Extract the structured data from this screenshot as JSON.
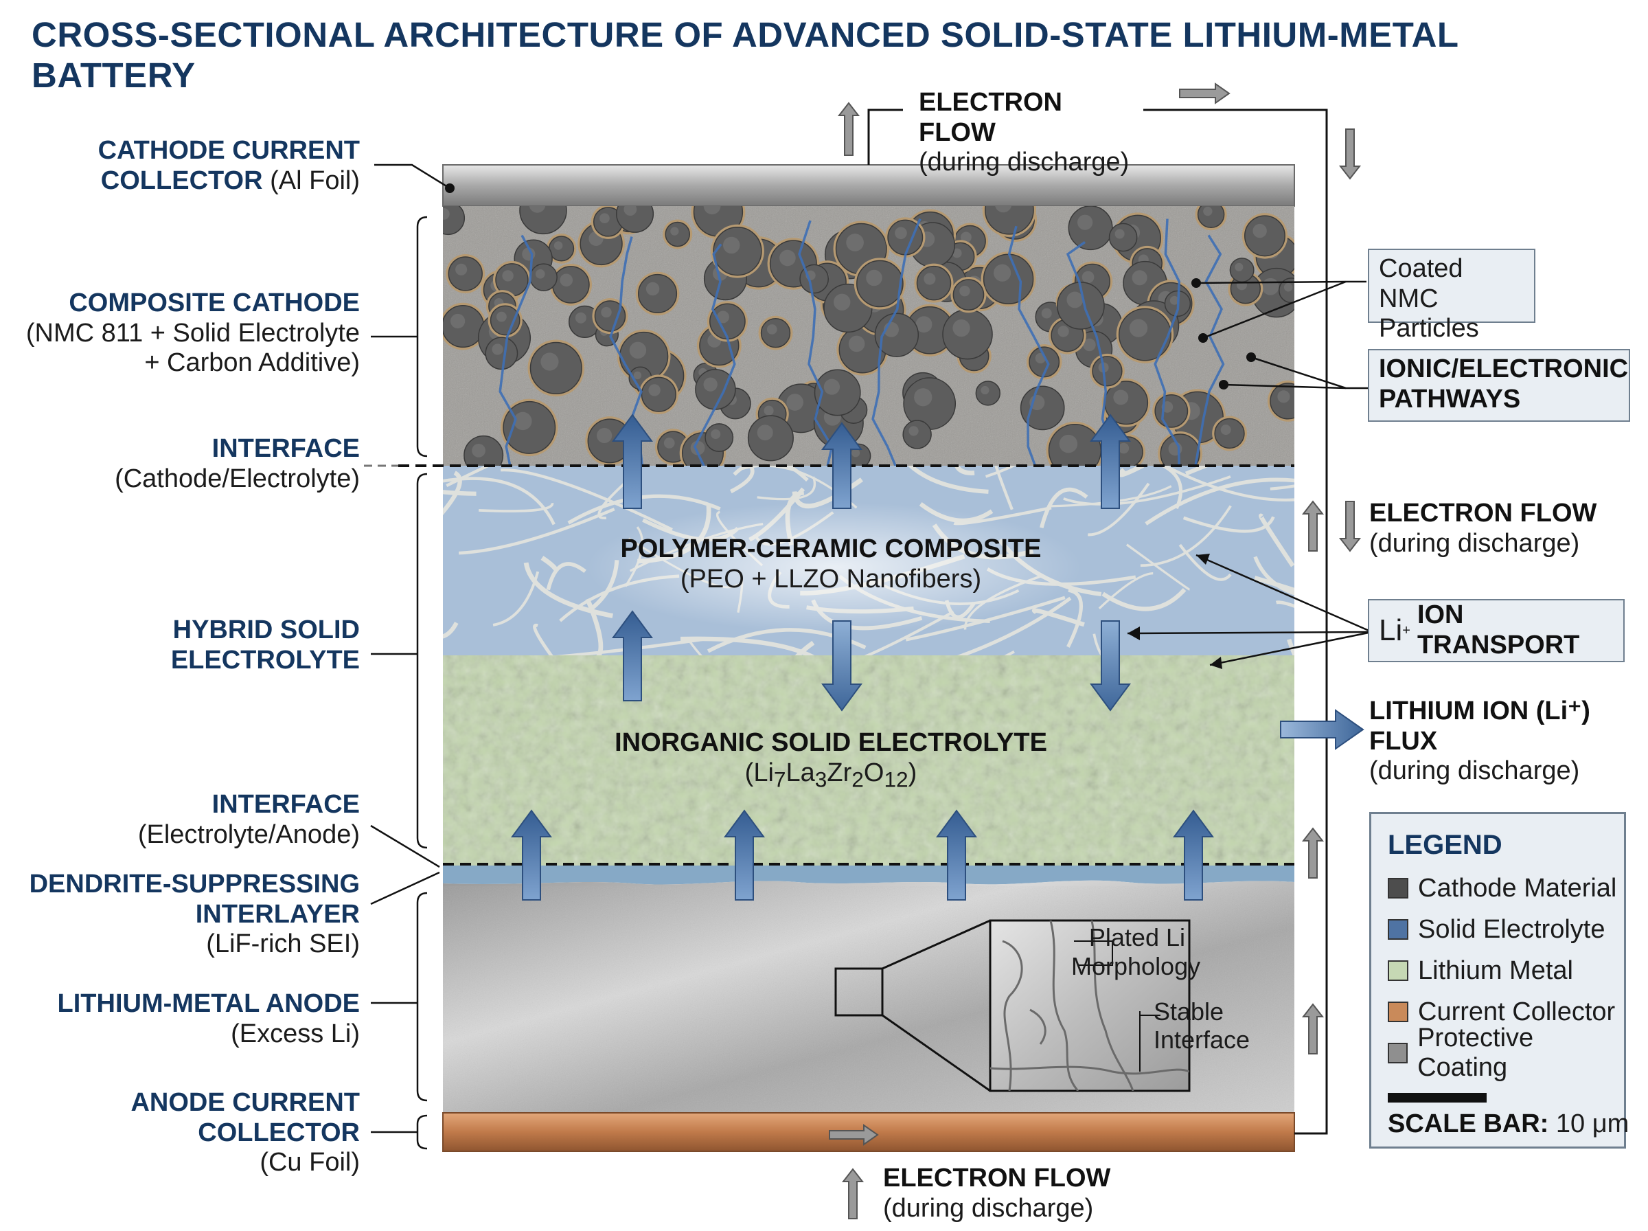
{
  "title": "CROSS-SECTIONAL ARCHITECTURE OF ADVANCED SOLID-STATE LITHIUM-METAL BATTERY",
  "left_labels": {
    "cathode_cc": {
      "line1": "CATHODE CURRENT",
      "line2_bold": "COLLECTOR",
      "line2_rest": " (Al Foil)"
    },
    "composite_cathode": {
      "line1": "COMPOSITE CATHODE",
      "line2": "(NMC 811 + Solid Electrolyte",
      "line3": "+ Carbon Additive)"
    },
    "interface_top": {
      "line1": "INTERFACE",
      "line2": "(Cathode/Electrolyte)"
    },
    "hybrid_electrolyte": {
      "line1": "HYBRID SOLID",
      "line2": "ELECTROLYTE"
    },
    "interface_bottom": {
      "line1": "INTERFACE",
      "line2": "(Electrolyte/Anode)"
    },
    "interlayer": {
      "line1": "DENDRITE-SUPPRESSING",
      "line2": "INTERLAYER",
      "line3": "(LiF-rich SEI)"
    },
    "anode": {
      "line1": "LITHIUM-METAL ANODE",
      "line2": "(Excess Li)"
    },
    "anode_cc": {
      "line1": "ANODE CURRENT",
      "line2": "COLLECTOR",
      "line3": "(Cu Foil)"
    }
  },
  "layers": {
    "polymer": {
      "title": "POLYMER-CERAMIC COMPOSITE",
      "subtitle": "(PEO + LLZO Nanofibers)"
    },
    "inorganic": {
      "title": "INORGANIC SOLID ELECTROLYTE",
      "formula": {
        "a": "Li",
        "a_sub": "7",
        "b": "La",
        "b_sub": "3",
        "c": "Zr",
        "c_sub": "2",
        "d": "O",
        "d_sub": "12"
      }
    }
  },
  "electron_flow_top": {
    "title": "ELECTRON FLOW",
    "subtitle": "(during discharge)"
  },
  "electron_flow_right": {
    "title": "ELECTRON FLOW",
    "subtitle": "(during discharge)"
  },
  "electron_flow_bottom": {
    "title": "ELECTRON FLOW",
    "subtitle": "(during discharge)"
  },
  "right_labels": {
    "nmc": {
      "line1": "Coated NMC",
      "line2": "Particles"
    },
    "pathways": {
      "line1": "IONIC/ELECTRONIC",
      "line2": "PATHWAYS"
    },
    "ion_transport": {
      "glyph": "Li",
      "sup": "+",
      "text": "ION TRANSPORT"
    },
    "li_flux": {
      "title": "LITHIUM ION (Li⁺) FLUX",
      "subtitle": "(during discharge)"
    }
  },
  "inset": {
    "label1_line1": "Plated Li",
    "label1_line2": "Morphology",
    "label2_line1": "Stable",
    "label2_line2": "Interface"
  },
  "legend": {
    "title": "LEGEND",
    "items": [
      {
        "label": "Cathode Material",
        "color": "#4d4d4d"
      },
      {
        "label": "Solid Electrolyte",
        "color": "#4f73a3"
      },
      {
        "label": "Lithium Metal",
        "color": "#c6d8b4"
      },
      {
        "label": "Current Collector",
        "color": "#c98a5a"
      },
      {
        "label": "Protective Coating",
        "color": "#8f8f8f"
      }
    ],
    "scale_bold": "SCALE BAR:",
    "scale_value": " 10 μm"
  },
  "colors": {
    "navy": "#14365f",
    "arrow_blue": "#4d74a6",
    "arrow_gray": "#8a8a8a",
    "copper": "#c98a5a",
    "electrolyte_blue": "#a8bfd8",
    "inorganic_green": "#c3d6ae"
  }
}
